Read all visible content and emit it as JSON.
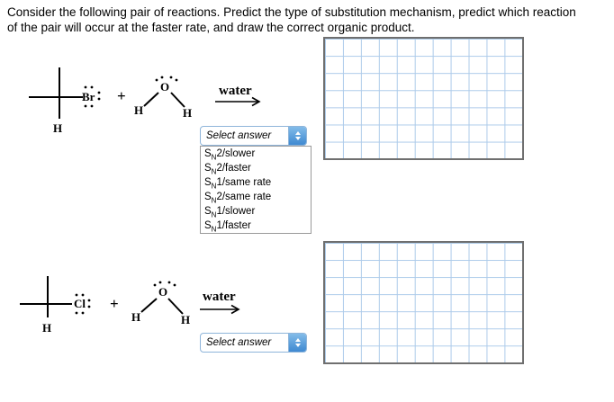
{
  "question": {
    "line1": "Consider the following pair of reactions. Predict the type of substitution mechanism, predict which reaction",
    "line2": "of the pair will occur at the faster rate, and draw the correct organic product."
  },
  "reactions": [
    {
      "halide_atom": "Br",
      "carbon_h": "H",
      "plus_sign": "+",
      "water_o": "O",
      "water_h_left": "H",
      "water_h_right": "H",
      "reagent_label": "water",
      "select_value": "Select answer"
    },
    {
      "halide_atom": "Cl",
      "carbon_h": "H",
      "plus_sign": "+",
      "water_o": "O",
      "water_h_left": "H",
      "water_h_right": "H",
      "reagent_label": "water",
      "select_value": "Select answer"
    }
  ],
  "dropdown": {
    "placeholder": "Select answer",
    "options": [
      {
        "pre": "S",
        "sub": "N",
        "post": "2/slower"
      },
      {
        "pre": "S",
        "sub": "N",
        "post": "2/faster"
      },
      {
        "pre": "S",
        "sub": "N",
        "post": "1/same rate"
      },
      {
        "pre": "S",
        "sub": "N",
        "post": "2/same rate"
      },
      {
        "pre": "S",
        "sub": "N",
        "post": "1/slower"
      },
      {
        "pre": "S",
        "sub": "N",
        "post": "1/faster"
      }
    ]
  },
  "colors": {
    "grid_line": "#adcbea",
    "grid_border": "#6f6f6f",
    "select_border": "#8fb5da",
    "stepper_top": "#83bce9",
    "stepper_bottom": "#3f89d1",
    "list_border": "#9a9a9a"
  }
}
